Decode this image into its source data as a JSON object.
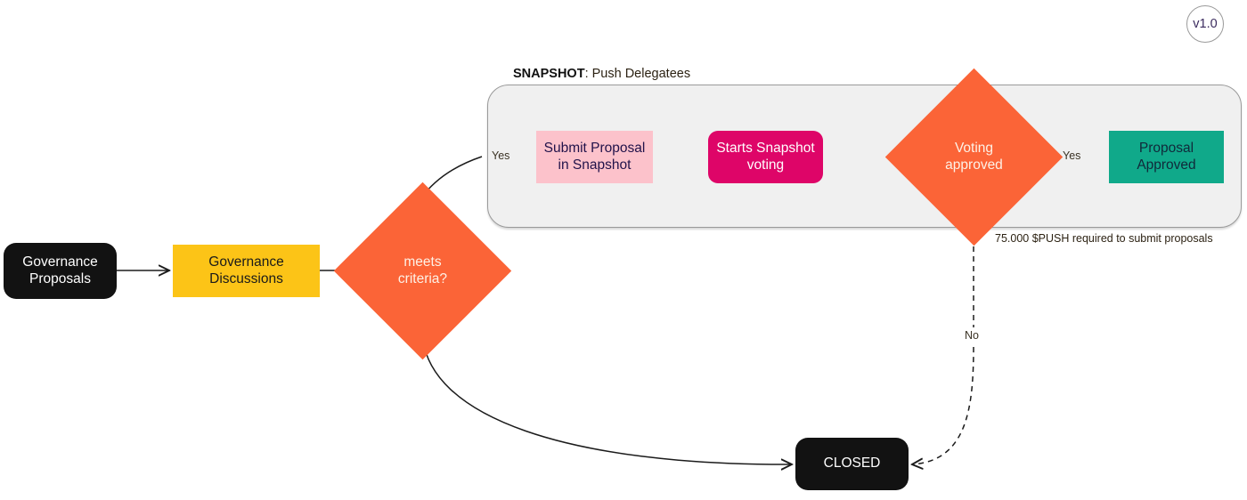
{
  "version_badge": {
    "label": "v1.0"
  },
  "group": {
    "title_bold": "SNAPSHOT",
    "title_rest": ": Push Delegatees",
    "note": "75.000 $PUSH required to submit proposals"
  },
  "nodes": {
    "governance_proposals": {
      "label": "Governance\nProposals",
      "color": "#121212"
    },
    "governance_discussions": {
      "label": "Governance\nDiscussions",
      "color": "#FCC417"
    },
    "meets_criteria": {
      "label": "meets\ncriteria?",
      "color": "#FB6437"
    },
    "submit_proposal": {
      "label": "Submit Proposal\nin Snapshot",
      "color": "#FCC2CB"
    },
    "starts_voting": {
      "label": "Starts Snapshot\nvoting",
      "color": "#DE0568"
    },
    "voting_approved": {
      "label": "Voting\napproved",
      "color": "#FB6437"
    },
    "proposal_approved": {
      "label": "Proposal\nApproved",
      "color": "#10A98A"
    },
    "closed": {
      "label": "CLOSED",
      "color": "#121212"
    }
  },
  "edge_labels": {
    "criteria_yes": "Yes",
    "voting_yes": "Yes",
    "voting_no": "No"
  }
}
